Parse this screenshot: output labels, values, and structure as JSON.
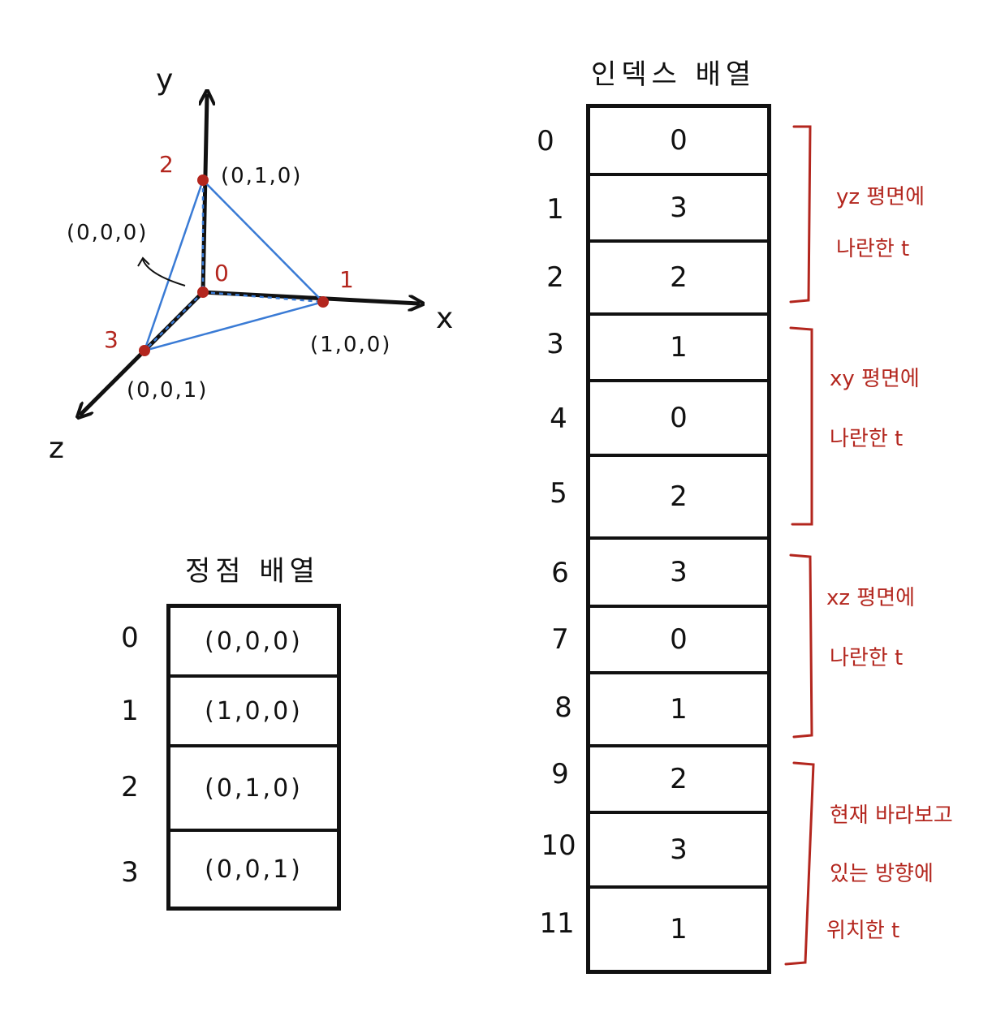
{
  "axes": {
    "x": "x",
    "y": "y",
    "z": "z"
  },
  "vertex_labels": [
    {
      "index": "0",
      "coord": "(0,0,0)"
    },
    {
      "index": "1",
      "coord": "(1,0,0)"
    },
    {
      "index": "2",
      "coord": "(0,1,0)"
    },
    {
      "index": "3",
      "coord": "(0,0,1)"
    }
  ],
  "vertex_array": {
    "title": "정점 배열",
    "rows": [
      {
        "index": "0",
        "value": "(0,0,0)"
      },
      {
        "index": "1",
        "value": "(1,0,0)"
      },
      {
        "index": "2",
        "value": "(0,1,0)"
      },
      {
        "index": "3",
        "value": "(0,0,1)"
      }
    ]
  },
  "index_array": {
    "title": "인덱스 배열",
    "rows": [
      {
        "index": "0",
        "value": "0"
      },
      {
        "index": "1",
        "value": "3"
      },
      {
        "index": "2",
        "value": "2"
      },
      {
        "index": "3",
        "value": "1"
      },
      {
        "index": "4",
        "value": "0"
      },
      {
        "index": "5",
        "value": "2"
      },
      {
        "index": "6",
        "value": "3"
      },
      {
        "index": "7",
        "value": "0"
      },
      {
        "index": "8",
        "value": "1"
      },
      {
        "index": "9",
        "value": "2"
      },
      {
        "index": "10",
        "value": "3"
      },
      {
        "index": "11",
        "value": "1"
      }
    ]
  },
  "groups": [
    {
      "line1": "yz 평면에",
      "line2": "나란한 t"
    },
    {
      "line1": "xy 평면에",
      "line2": "나란한 t"
    },
    {
      "line1": "xz 평면에",
      "line2": "나란한 t"
    },
    {
      "line1": "현재 바라보고",
      "line2": "있는 방향에",
      "line3": "위치한 t"
    }
  ],
  "colors": {
    "ink": "#111111",
    "accent": "#b3261e",
    "edge": "#3a7bd5"
  }
}
